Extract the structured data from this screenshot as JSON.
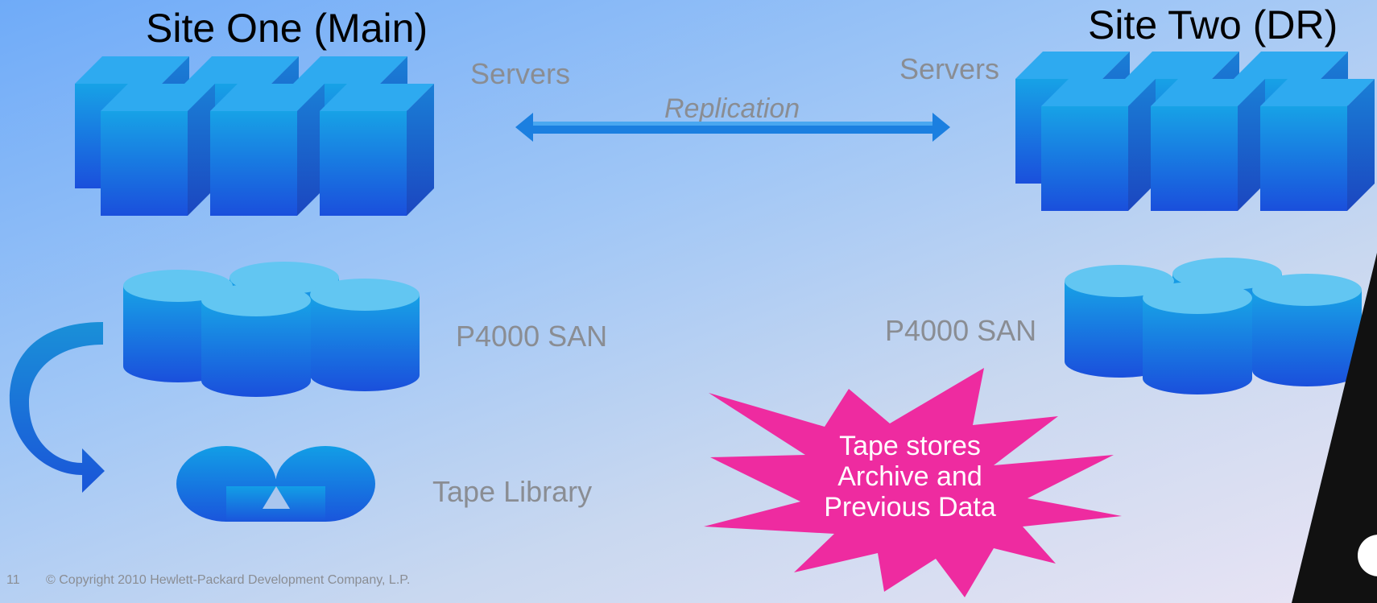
{
  "site_one": {
    "title": "Site One (Main)",
    "servers_label": "Servers",
    "san_label": "P4000 SAN",
    "tape_label": "Tape Library"
  },
  "site_two": {
    "title": "Site Two (DR)",
    "servers_label": "Servers",
    "san_label": "P4000 SAN"
  },
  "replication_label": "Replication",
  "callout": {
    "lines": [
      "Tape stores",
      "Archive and",
      "Previous Data"
    ]
  },
  "footer": {
    "page_number": "11",
    "copyright": "© Copyright 2010 Hewlett-Packard Development Company, L.P."
  },
  "colors": {
    "device_top": "#2eaaf0",
    "device_front_top": "#17a2e6",
    "device_front_bottom": "#1a4fdc",
    "device_side": "#1b56c8",
    "callout": "#ee2ba0",
    "arrow": "#1b7fe0"
  }
}
